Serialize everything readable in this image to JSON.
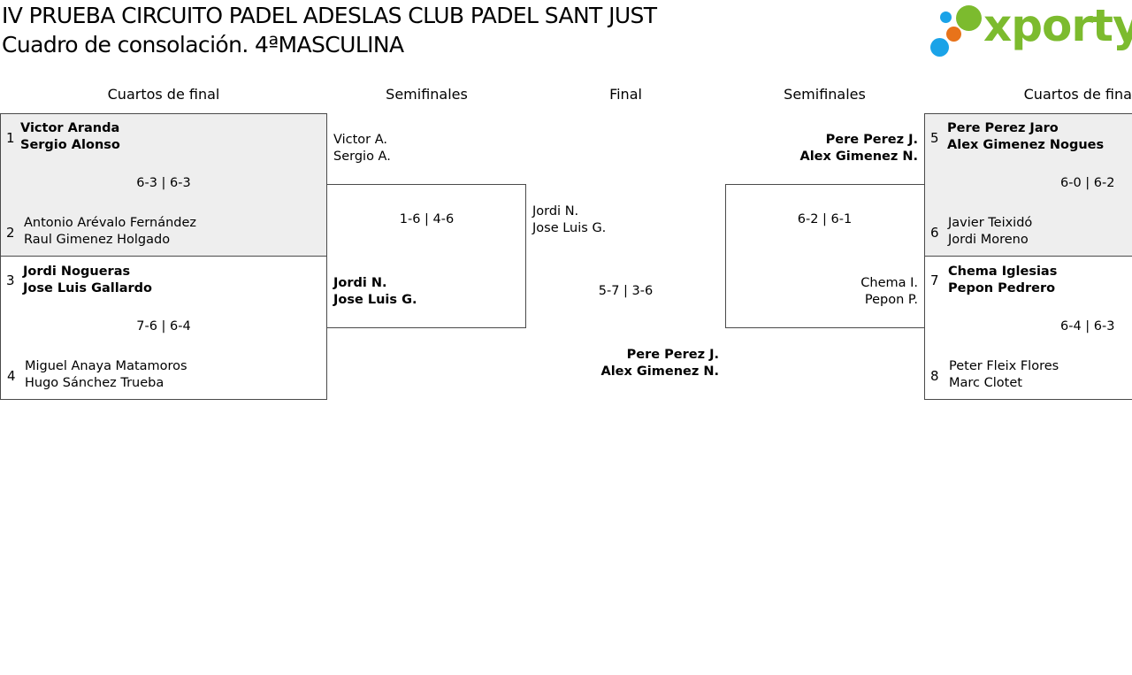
{
  "header": {
    "title": "IV PRUEBA CIRCUITO PADEL ADESLAS CLUB PADEL SANT JUST",
    "subtitle": "Cuadro de consolación. 4ªMASCULINA",
    "logo_text": "xporty",
    "logo_colors": [
      "#1aa3e8",
      "#7cbb2e",
      "#e8731a",
      "#1aa3e8"
    ]
  },
  "columns": {
    "left_quarters": "Cuartos de final",
    "left_semis": "Semifinales",
    "final": "Final",
    "right_semis": "Semifinales",
    "right_quarters": "Cuartos de final"
  },
  "quarters": [
    {
      "seed": "1",
      "p1": "Victor Aranda",
      "p2": "Sergio Alonso"
    },
    {
      "score": "6-3 | 6-3"
    },
    {
      "seed": "2",
      "p1": "Antonio Arévalo Fernández",
      "p2": "Raul Gimenez Holgado"
    },
    {
      "seed": "3",
      "p1": "Jordi Nogueras",
      "p2": "Jose Luis Gallardo"
    },
    {
      "score": "7-6 | 6-4"
    },
    {
      "seed": "4",
      "p1": "Miguel Anaya Matamoros",
      "p2": "Hugo Sánchez Trueba"
    },
    {
      "seed": "5",
      "p1": "Pere Perez Jaro",
      "p2": "Alex Gimenez Nogues"
    },
    {
      "score": "6-0 | 6-2"
    },
    {
      "seed": "6",
      "p1": "Javier Teixidó",
      "p2": "Jordi Moreno"
    },
    {
      "seed": "7",
      "p1": "Chema Iglesias",
      "p2": "Pepon Pedrero"
    },
    {
      "score": "6-4 | 6-3"
    },
    {
      "seed": "8",
      "p1": "Peter Fleix Flores",
      "p2": "Marc Clotet"
    }
  ],
  "semis": {
    "left_top": {
      "p1": "Victor A.",
      "p2": "Sergio A."
    },
    "left_score": "1-6 | 4-6",
    "left_bottom": {
      "p1": "Jordi N.",
      "p2": "Jose Luis G."
    },
    "right_top": {
      "p1": "Pere Perez J.",
      "p2": "Alex Gimenez N."
    },
    "right_score": "6-2 | 6-1",
    "right_bottom": {
      "p1": "Chema I.",
      "p2": "Pepon P."
    }
  },
  "final": {
    "left": {
      "p1": "Jordi N.",
      "p2": "Jose Luis G."
    },
    "score": "5-7 | 3-6",
    "winner": {
      "p1": "Pere Perez J.",
      "p2": "Alex Gimenez N."
    }
  }
}
